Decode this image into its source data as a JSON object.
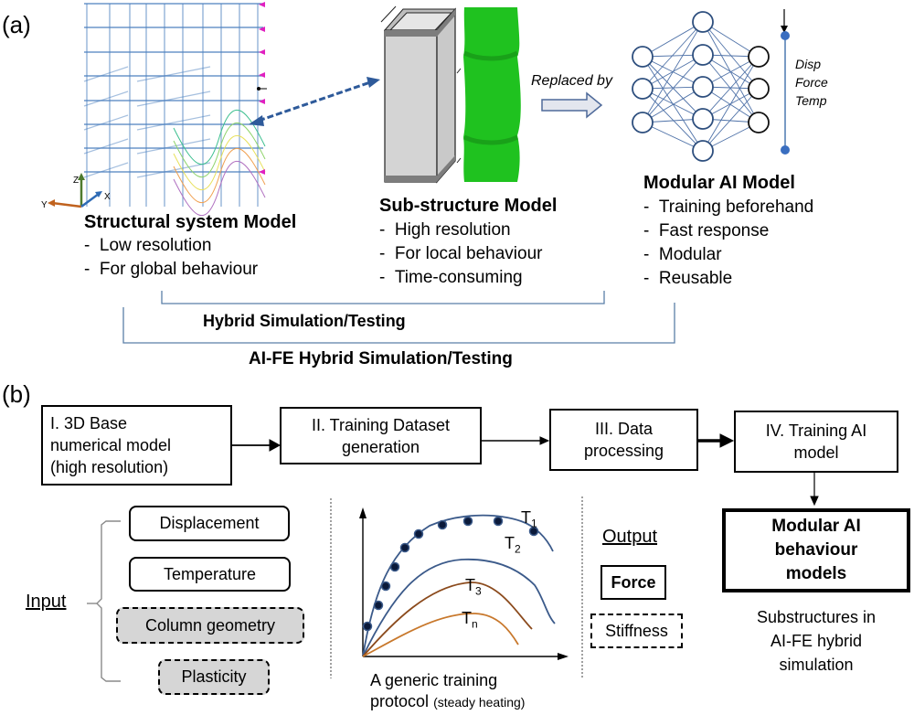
{
  "panel_a": {
    "label": "(a)",
    "structural_model": {
      "title": "Structural system Model",
      "bullets": [
        "Low resolution",
        "For global behaviour"
      ],
      "axes": {
        "z": "Z",
        "x": "X",
        "y": "Y"
      }
    },
    "substructure_model": {
      "title": "Sub-structure Model",
      "bullets": [
        "High resolution",
        "For local behaviour",
        "Time-consuming"
      ]
    },
    "replaced_by": "Replaced by",
    "ai_model": {
      "title": "Modular AI Model",
      "bullets": [
        "Training beforehand",
        "Fast response",
        "Modular",
        "Reusable"
      ],
      "signals": [
        "Disp",
        "Force",
        "Temp"
      ],
      "network_layers": [
        3,
        5,
        3
      ]
    },
    "bracket_inner_label": "Hybrid Simulation/Testing",
    "bracket_outer_label": "AI-FE Hybrid Simulation/Testing"
  },
  "panel_b": {
    "label": "(b)",
    "steps": [
      {
        "lines": [
          "I. 3D Base",
          "numerical model",
          "(high resolution)"
        ]
      },
      {
        "lines": [
          "II. Training Dataset",
          "generation"
        ]
      },
      {
        "lines": [
          "III. Data",
          "processing"
        ]
      },
      {
        "lines": [
          "IV. Training AI",
          "model"
        ]
      }
    ],
    "result_box": {
      "lines": [
        "Modular AI",
        "behaviour",
        "models"
      ]
    },
    "result_caption": [
      "Substructures in",
      "AI-FE hybrid",
      "simulation"
    ],
    "input_label": "Input",
    "inputs": [
      {
        "label": "Displacement",
        "style": "solid"
      },
      {
        "label": "Temperature",
        "style": "solid"
      },
      {
        "label": "Column geometry",
        "style": "dashed"
      },
      {
        "label": "Plasticity",
        "style": "dashed"
      }
    ],
    "output_label": "Output",
    "outputs": [
      {
        "label": "Force",
        "style": "solid"
      },
      {
        "label": "Stiffness",
        "style": "dashed"
      }
    ],
    "protocol_caption_main": "A generic training",
    "protocol_caption_sub_main": "protocol",
    "protocol_caption_sub_small": "(steady heating)",
    "curves": [
      {
        "name": "T",
        "sub": "1",
        "color": "#3b5a8a",
        "markers": true
      },
      {
        "name": "T",
        "sub": "2",
        "color": "#3b5a8a",
        "markers": false
      },
      {
        "name": "T",
        "sub": "3",
        "color": "#8b4a1c",
        "markers": false
      },
      {
        "name": "T",
        "sub": "n",
        "color": "#c8782c",
        "markers": false
      }
    ]
  },
  "colors": {
    "mesh_blue": "#2e6bb5",
    "arrow_blue": "#2e5a9a",
    "green_column": "#1fc21f",
    "gray_column": "#d4d4d4",
    "bracket_line": "#5a7fa8",
    "net_stroke": "#2e4f7e",
    "dashed_fill": "#d6d6d6"
  }
}
